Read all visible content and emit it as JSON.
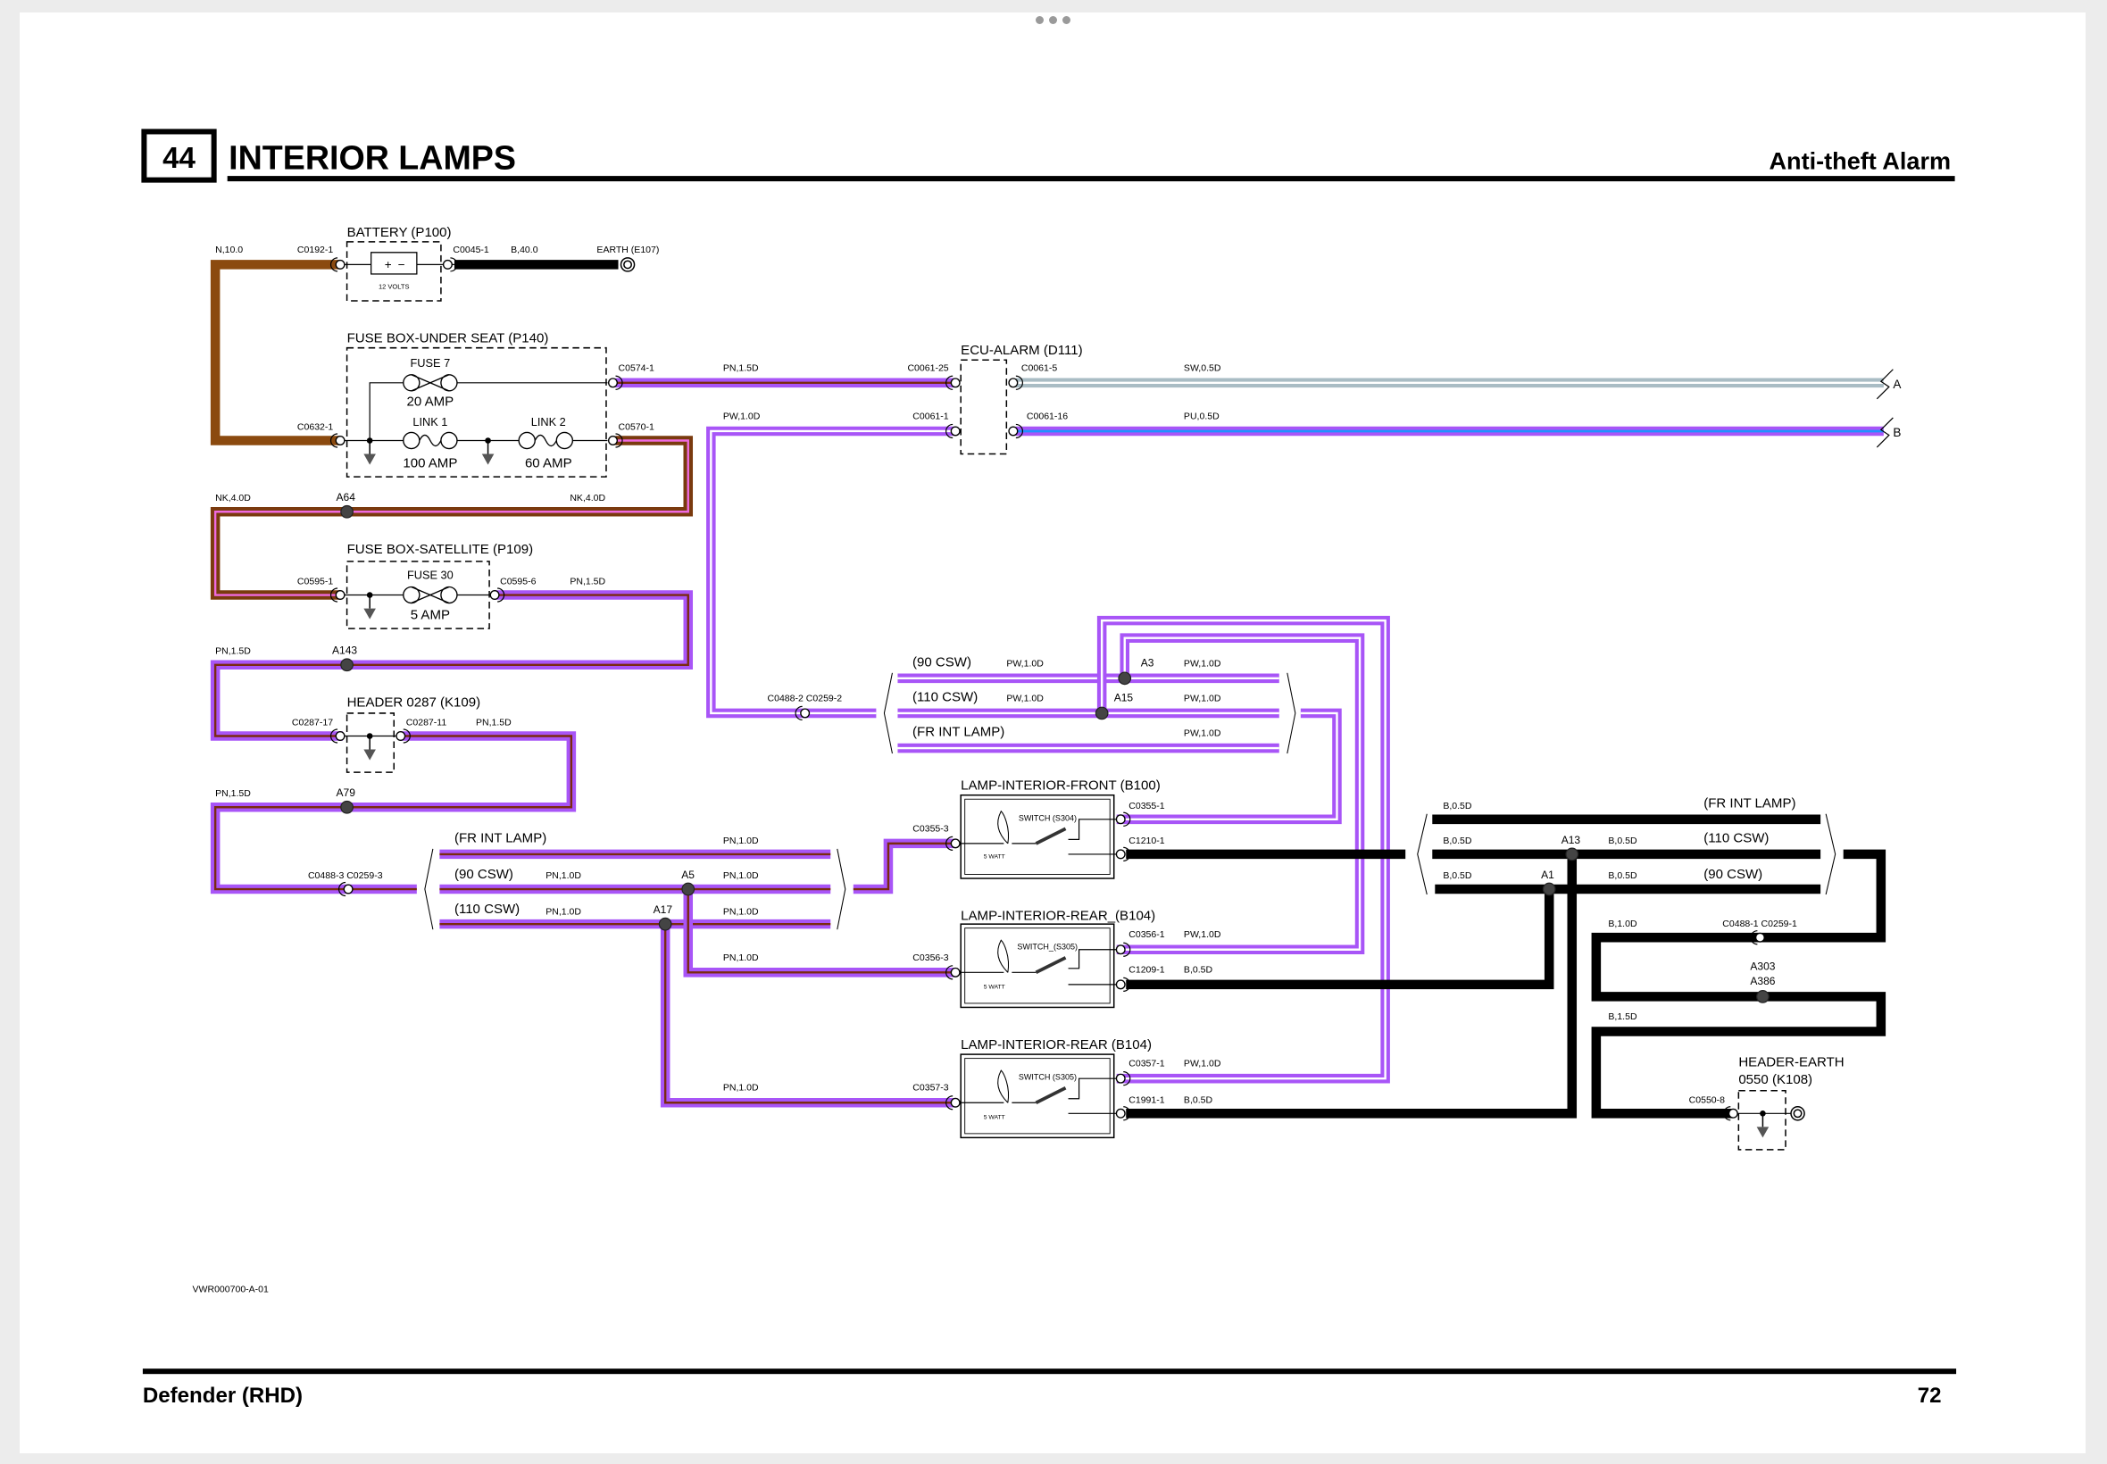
{
  "header": {
    "section_number": "44",
    "title": "INTERIOR LAMPS",
    "subtitle": "Anti-theft Alarm"
  },
  "footer": {
    "model": "Defender (RHD)",
    "page_number": "72",
    "drawing_ref": "VWR000700-A-01"
  },
  "colors": {
    "brown": "#8b4a0f",
    "purple": "#a855f7",
    "pink": "#f06ae0",
    "grey_blue": "#a9bcc4",
    "blue": "#1e90ff",
    "black": "#000000"
  },
  "components": {
    "battery": {
      "label": "BATTERY (P100)",
      "rating": "12 VOLTS",
      "conn_in": "C0192-1",
      "conn_out": "C0045-1"
    },
    "earth_e107": {
      "label": "EARTH (E107)"
    },
    "fuse_box_under_seat": {
      "label": "FUSE BOX-UNDER SEAT (P140)",
      "fuse": "FUSE 7",
      "fuse_rating": "20 AMP",
      "link1": "LINK 1",
      "link1_rating": "100 AMP",
      "link2": "LINK 2",
      "link2_rating": "60 AMP",
      "conn_in": "C0632-1",
      "conn_out1": "C0574-1",
      "conn_out2": "C0570-1"
    },
    "ecu_alarm": {
      "label": "ECU-ALARM (D111)",
      "pin_25": "C0061-25",
      "pin_1": "C0061-1",
      "pin_5": "C0061-5",
      "pin_16": "C0061-16",
      "out_a": "A",
      "out_b": "B"
    },
    "fuse_box_satellite": {
      "label": "FUSE BOX-SATELLITE (P109)",
      "fuse": "FUSE 30",
      "fuse_rating": "5 AMP",
      "conn_in": "C0595-1",
      "conn_out": "C0595-6"
    },
    "header_0287": {
      "label": "HEADER 0287 (K109)",
      "conn_in": "C0287-17",
      "conn_out": "C0287-11"
    },
    "lamp_front": {
      "label": "LAMP-INTERIOR-FRONT (B100)",
      "switch": "SWITCH (S304)",
      "watt": "5 WATT",
      "conn_in": "C0355-3",
      "conn_1": "C0355-1",
      "conn_2": "C1210-1"
    },
    "lamp_rear_1": {
      "label": "LAMP-INTERIOR-REAR_(B104)",
      "switch": "SWITCH_(S305)",
      "watt": "5 WATT",
      "conn_in": "C0356-3",
      "conn_1": "C0356-1",
      "conn_2": "C1209-1"
    },
    "lamp_rear_2": {
      "label": "LAMP-INTERIOR-REAR (B104)",
      "switch": "SWITCH (S305)",
      "watt": "5 WATT",
      "conn_in": "C0357-3",
      "conn_1": "C0357-1",
      "conn_2": "C1991-1"
    },
    "header_earth": {
      "label_1": "HEADER-EARTH",
      "label_2": "0550 (K108)",
      "conn": "C0550-8"
    }
  },
  "wires": {
    "n_10": "N,10.0",
    "b_40": "B,40.0",
    "pn_15_a": "PN,1.5D",
    "pw_10_a": "PW,1.0D",
    "sw_05": "SW,0.5D",
    "pu_05": "PU,0.5D",
    "nk_40_l": "NK,4.0D",
    "nk_40_r": "NK,4.0D",
    "pn_15_b": "PN,1.5D",
    "pn_15_c": "PN,1.5D",
    "pn_15_d": "PN,1.5D",
    "pn_15_e": "PN,1.5D",
    "pn_10": "PN,1.0D",
    "pw_10": "PW,1.0D",
    "b_05": "B,0.5D",
    "b_10": "B,1.0D",
    "b_15": "B,1.5D"
  },
  "splices": {
    "a64": "A64",
    "a143": "A143",
    "a79": "A79",
    "a3": "A3",
    "a15": "A15",
    "a5": "A5",
    "a17": "A17",
    "a13": "A13",
    "a1": "A1",
    "a303": "A303",
    "a386": "A386"
  },
  "harness": {
    "c0488_2": "C0488-2 C0259-2",
    "c0488_3": "C0488-3 C0259-3",
    "c0488_1": "C0488-1 C0259-1",
    "fr_int_lamp": "(FR INT LAMP)",
    "csw_90": "(90 CSW)",
    "csw_110": "(110 CSW)"
  }
}
